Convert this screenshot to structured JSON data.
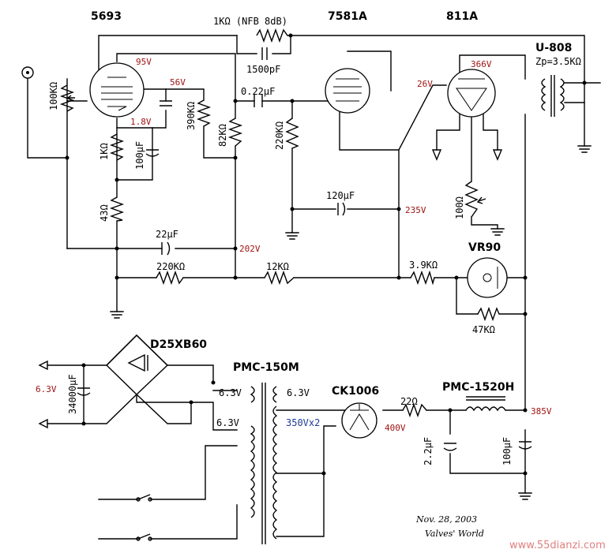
{
  "tubes": {
    "v1": "5693",
    "v2": "7581A",
    "v3": "811A",
    "vr": "VR90",
    "rect": "CK1006"
  },
  "transformers": {
    "output": "U-808",
    "output_zp": "Zp=3.5KΩ",
    "power": "PMC-150M",
    "choke": "PMC-1520H"
  },
  "bridge": "D25XB60",
  "components": {
    "nfb": "1KΩ (NFB 8dB)",
    "c1500": "1500pF",
    "vol": "100KΩ",
    "rk1": "1KΩ",
    "ck1": "100μF",
    "r390": "390KΩ",
    "r82": "82KΩ",
    "c022": "0.22μF",
    "r220g": "220KΩ",
    "c120": "120μF",
    "r43": "43Ω",
    "c22": "22μF",
    "r220d": "220KΩ",
    "r12k": "12KΩ",
    "r39k": "3.9KΩ",
    "r47k": "47KΩ",
    "pot100": "100Ω",
    "c34000": "34000μF",
    "r22": "22Ω",
    "c22u": "2.2μF",
    "c100u": "100μF"
  },
  "windings": {
    "s1": "6.3V",
    "s2": "6.3V",
    "s3": "6.3V",
    "hv": "350Vx2"
  },
  "voltages": {
    "v1_plate": "95V",
    "v1_screen": "56V",
    "v1_cathode": "1.8V",
    "v3_plate": "366V",
    "v3_grid": "26V",
    "n235": "235V",
    "n202": "202V",
    "heater": "6.3V",
    "rect_out": "400V",
    "b_plus": "385V"
  },
  "footer": {
    "date": "Nov. 28, 2003",
    "author": "Valves' World"
  },
  "watermark": "www.55dianzi.com",
  "colors": {
    "voltage": "#a01414",
    "watermark": "#e07f7f"
  }
}
